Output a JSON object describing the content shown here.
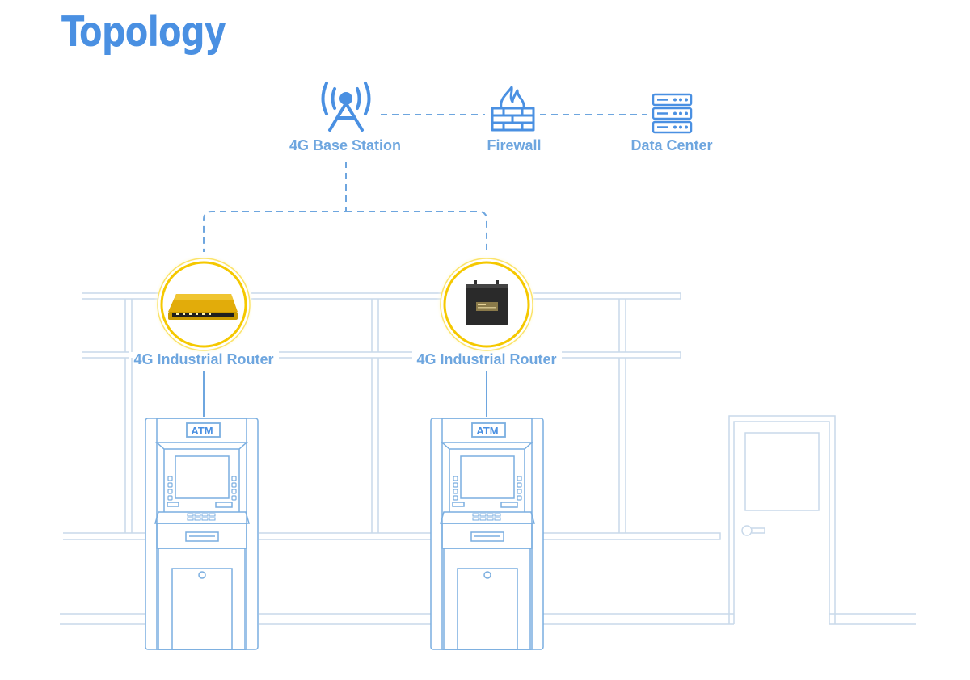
{
  "title": "Topology",
  "colors": {
    "accent": "#4a90e2",
    "label": "#6ea6df",
    "line": "#c9d9ea",
    "glow": "#f5c800"
  },
  "nodes": {
    "base_station": {
      "label": "4G Base Station",
      "icon": "antenna-tower-icon"
    },
    "firewall": {
      "label": "Firewall",
      "icon": "firewall-icon"
    },
    "data_center": {
      "label": "Data Center",
      "icon": "server-rack-icon"
    },
    "router_left": {
      "label": "4G Industrial Router",
      "icon": "router-yellow-icon"
    },
    "router_right": {
      "label": "4G Industrial Router",
      "icon": "router-black-icon"
    }
  },
  "atms": [
    {
      "sign": "ATM"
    },
    {
      "sign": "ATM"
    }
  ]
}
